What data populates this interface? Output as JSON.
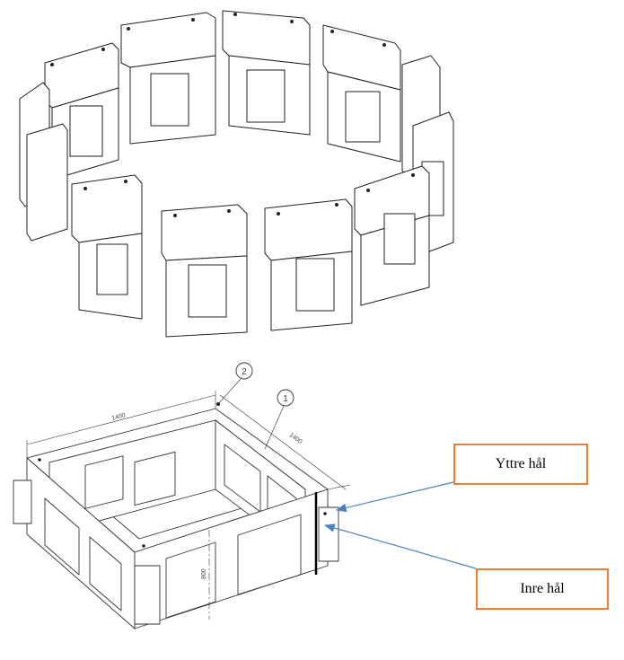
{
  "callouts": {
    "outer_hole": "Yttre hål",
    "inner_hole": "Inre hål"
  },
  "drawing": {
    "balloon_1": "1",
    "balloon_2": "2",
    "dim_length_a": "1400",
    "dim_length_b": "1400",
    "dim_height": "800"
  },
  "colors": {
    "callout_border": "#ed7d31",
    "arrow": "#4f81bd",
    "line": "#222222"
  }
}
